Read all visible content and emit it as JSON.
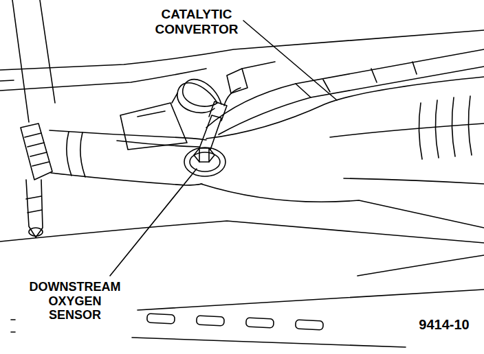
{
  "diagram": {
    "labels": [
      "CATALYTIC CONVERTOR",
      "DOWNSTREAM OXYGEN SENSOR",
      "9414-10"
    ]
  }
}
